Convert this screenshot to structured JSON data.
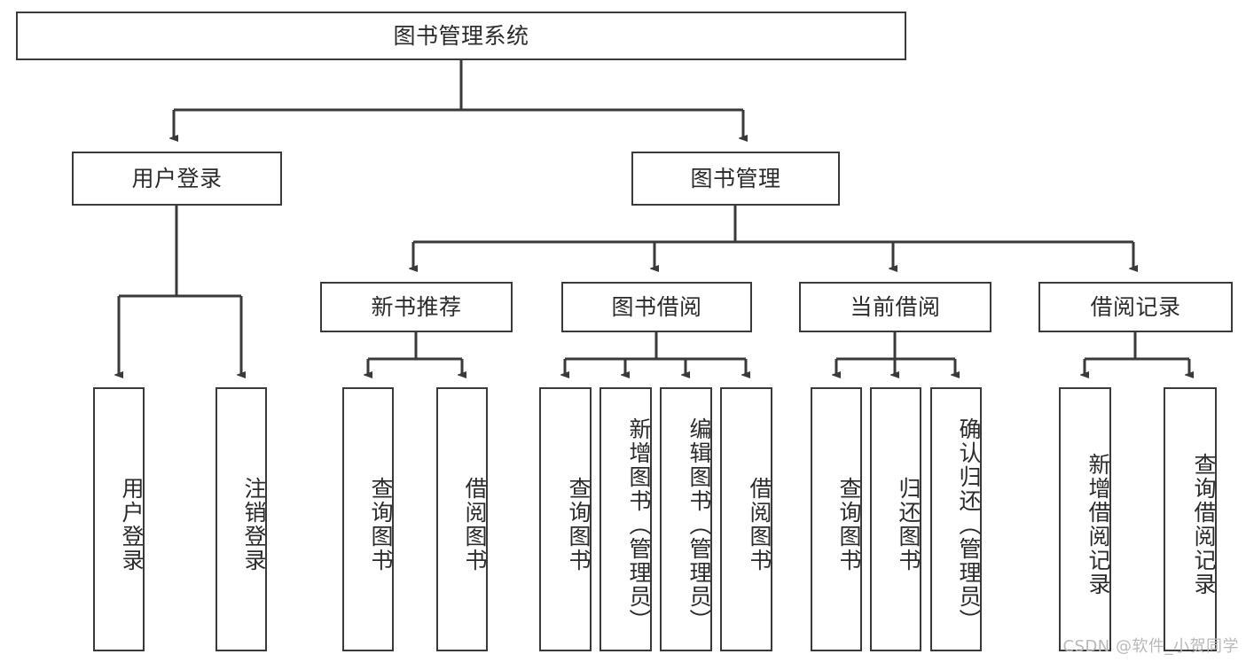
{
  "diagram": {
    "type": "tree-hierarchy",
    "title": "图书管理系统",
    "root": {
      "label": "图书管理系统"
    },
    "level2": [
      {
        "label": "用户登录"
      },
      {
        "label": "图书管理"
      }
    ],
    "level3": [
      {
        "label": "新书推荐"
      },
      {
        "label": "图书借阅"
      },
      {
        "label": "当前借阅"
      },
      {
        "label": "借阅记录"
      }
    ],
    "leaves": {
      "user_login": [
        {
          "label": "用户登录"
        },
        {
          "label": "注销登录"
        }
      ],
      "new_book_recommend": [
        {
          "label": "查询图书"
        },
        {
          "label": "借阅图书"
        }
      ],
      "book_borrow": [
        {
          "label": "查询图书"
        },
        {
          "label": "新增图书（管理员）"
        },
        {
          "label": "编辑图书（管理员）"
        },
        {
          "label": "借阅图书"
        }
      ],
      "current_borrow": [
        {
          "label": "查询图书"
        },
        {
          "label": "归还图书"
        },
        {
          "label": "确认归还（管理员）"
        }
      ],
      "borrow_record": [
        {
          "label": "新增借阅记录"
        },
        {
          "label": "查询借阅记录"
        }
      ]
    }
  },
  "watermark": {
    "text": "CSDN @软件_小贺同学"
  },
  "colors": {
    "stroke": "#3a3a3a",
    "text": "#2b2b2b",
    "background": "#ffffff",
    "watermark": "#b9b9b9"
  }
}
